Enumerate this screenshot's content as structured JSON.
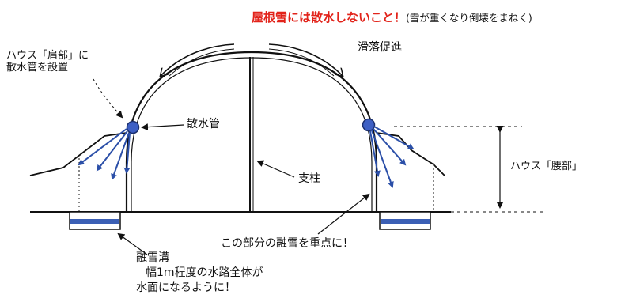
{
  "warning": {
    "main": "屋根雪には散水しないこと！",
    "note": "(雪が重くなり倒壊をまねく)"
  },
  "labels": {
    "kata_line1": "ハウス「肩部」に",
    "kata_line2": "散水管を設置",
    "sanshui_pipe": "散水管",
    "katsuraku": "滑落促進",
    "shichu": "支柱",
    "koshi": "ハウス「腰部」",
    "bubun": "この部分の融雪を重点に！",
    "mizo_line1": "融雪溝",
    "mizo_line2": "幅1m程度の水路全体が",
    "mizo_line3": "水面になるように！"
  },
  "colors": {
    "water_arrow": "#2b4fa8",
    "pipe_fill": "#3d5fc4",
    "warning_red": "#e2231a",
    "channel": "#3b5fb5"
  },
  "icons": {
    "pipe": "circle-pipe-icon"
  }
}
